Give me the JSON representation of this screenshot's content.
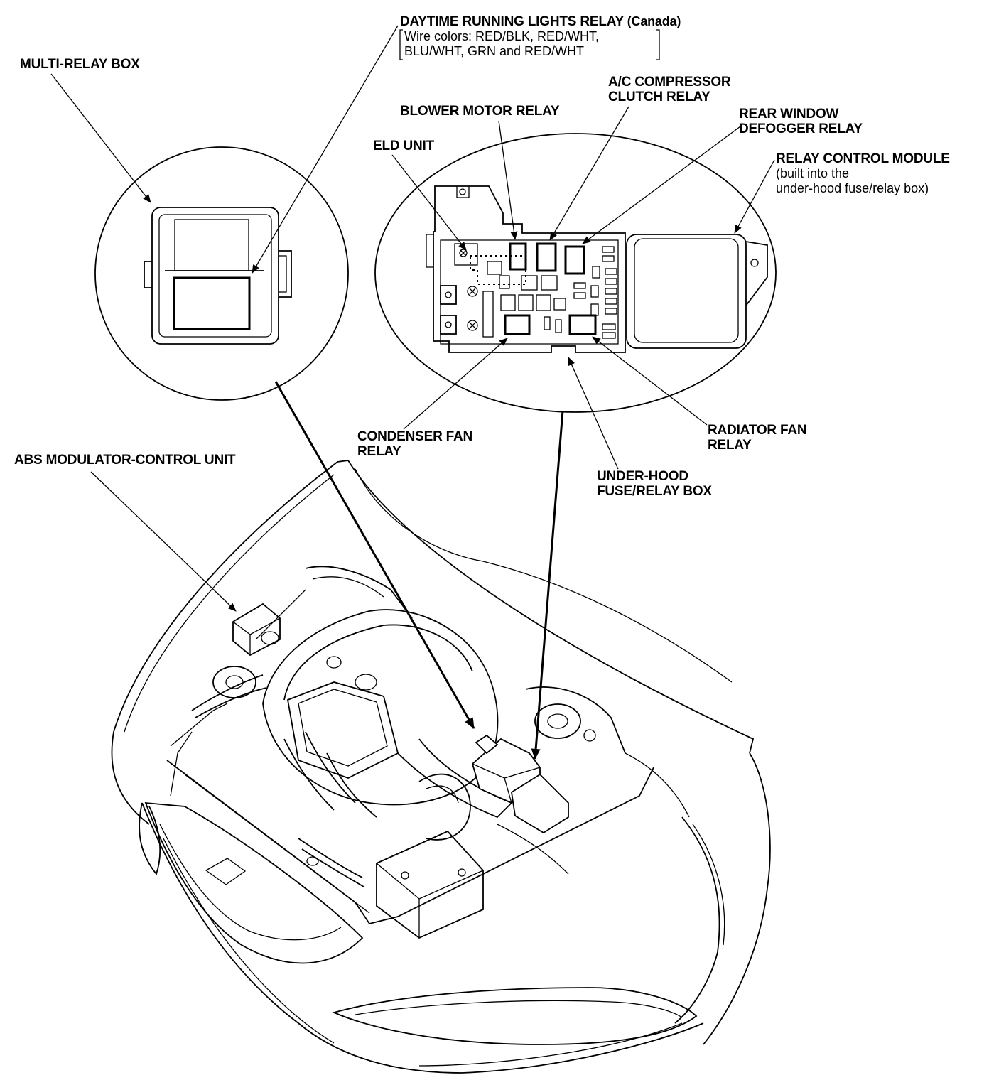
{
  "colors": {
    "ink": "#000000",
    "paper": "#ffffff"
  },
  "labels": {
    "drl_relay": {
      "title": "DAYTIME RUNNING LIGHTS RELAY",
      "qualifier": "(Canada)",
      "wire_line_1": "Wire colors: RED/BLK, RED/WHT,",
      "wire_line_2": "BLU/WHT, GRN and RED/WHT"
    },
    "multi_relay_box": "MULTI-RELAY BOX",
    "ac_compressor_relay": {
      "line_1": "A/C COMPRESSOR",
      "line_2": "CLUTCH RELAY"
    },
    "blower_motor_relay": "BLOWER MOTOR RELAY",
    "rear_window_defogger_relay": {
      "line_1": "REAR WINDOW",
      "line_2": "DEFOGGER RELAY"
    },
    "eld_unit": "ELD UNIT",
    "relay_control_module": {
      "line_1": "RELAY CONTROL MODULE",
      "line_2": "(built into the",
      "line_3": "under-hood fuse/relay box)"
    },
    "condenser_fan_relay": {
      "line_1": "CONDENSER FAN",
      "line_2": "RELAY"
    },
    "radiator_fan_relay": {
      "line_1": "RADIATOR FAN",
      "line_2": "RELAY"
    },
    "abs_modulator": "ABS MODULATOR-CONTROL UNIT",
    "under_hood_box": {
      "line_1": "UNDER-HOOD",
      "line_2": "FUSE/RELAY BOX"
    }
  }
}
